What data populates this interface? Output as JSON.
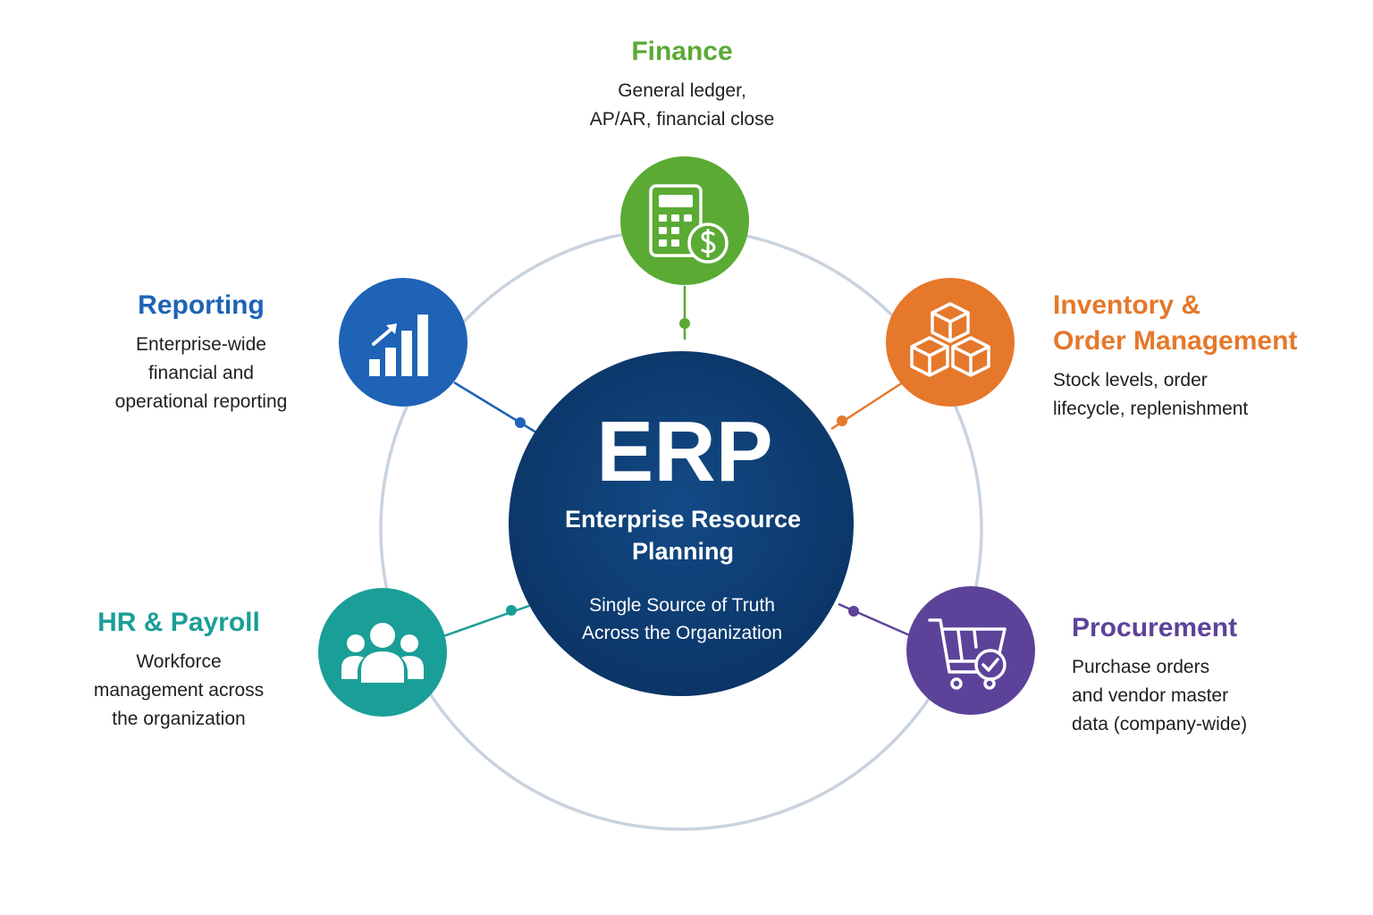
{
  "hub": {
    "acronym": "ERP",
    "name_line1": "Enterprise Resource",
    "name_line2": "Planning",
    "tagline_line1": "Single Source of Truth",
    "tagline_line2": "Across the Organization"
  },
  "modules": {
    "finance": {
      "title": "Finance",
      "desc_line1": "General ledger,",
      "desc_line2": "AP/AR, financial close",
      "icon": "calculator-dollar-icon",
      "color": "#5aaa34"
    },
    "reporting": {
      "title": "Reporting",
      "desc_line1": "Enterprise-wide",
      "desc_line2": "financial and",
      "desc_line3": "operational reporting",
      "icon": "bar-chart-trend-icon",
      "color": "#1e63b6"
    },
    "inventory": {
      "title_line1": "Inventory &",
      "title_line2": "Order Management",
      "desc_line1": "Stock levels, order",
      "desc_line2": "lifecycle, replenishment",
      "icon": "stacked-boxes-icon",
      "color": "#e5782a"
    },
    "hr": {
      "title": "HR & Payroll",
      "desc_line1": "Workforce",
      "desc_line2": "management across",
      "desc_line3": "the organization",
      "icon": "people-group-icon",
      "color": "#1a9e98"
    },
    "procurement": {
      "title": "Procurement",
      "desc_line1": "Purchase orders",
      "desc_line2": "and vendor master",
      "desc_line3": "data (company-wide)",
      "icon": "shopping-cart-check-icon",
      "color": "#5c4399"
    }
  },
  "colors": {
    "hub": "#0f3e72",
    "ring": "#c9d3de"
  }
}
